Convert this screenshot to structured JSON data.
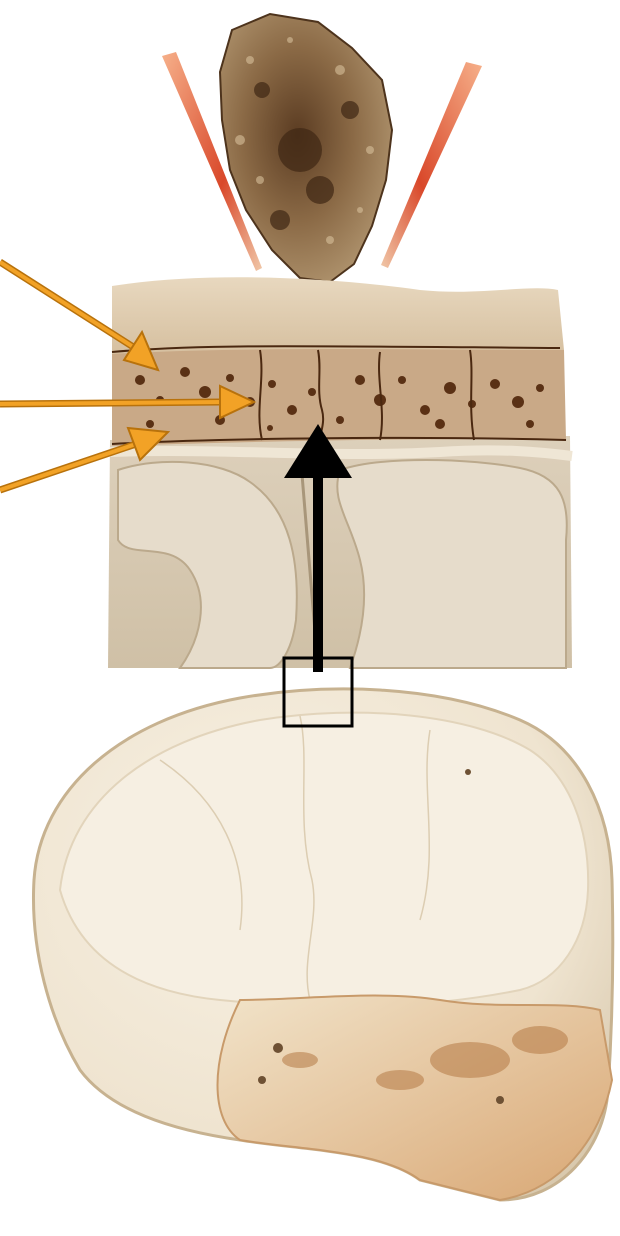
{
  "figure": {
    "title_fragment": "",
    "colors": {
      "arrow_orange": "#f2a226",
      "arrow_orange_outline": "#b8720c",
      "arrow_black": "#000000",
      "impact_rays": "#d9482a",
      "rock": "#6b4a2c",
      "section_tissue": "#d8c3a5",
      "diploe_spots": "#5a3115",
      "skull_bone": "#f1e9dc"
    },
    "icons": {
      "rock": "rock-fragment",
      "section": "skull-cross-section",
      "skull": "skull-interior",
      "zoom": "zoom-box"
    },
    "labels_pointed_by_arrows_count_shown": 3
  }
}
